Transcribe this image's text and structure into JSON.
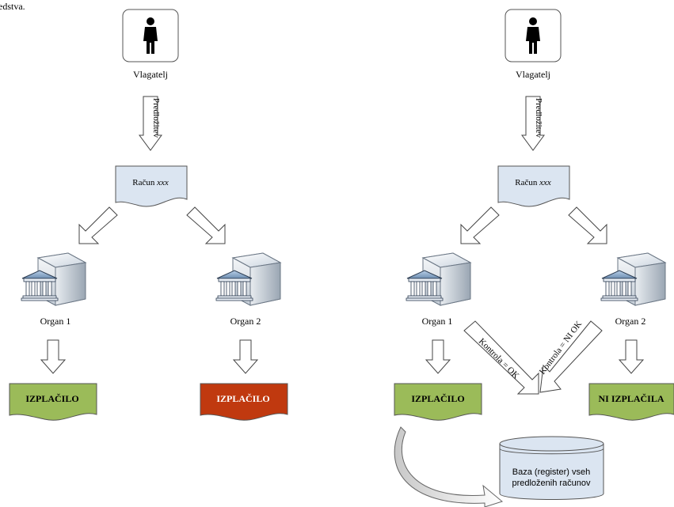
{
  "top_text": "edstva.",
  "left": {
    "person_label": "Vlagatelj",
    "submit_label": "Predložitev",
    "account_prefix": "Račun",
    "account_code": "xxx",
    "organ1_label": "Organ 1",
    "organ2_label": "Organ 2",
    "out1_label": "IZPLAČILO",
    "out2_label": "IZPLAČILO"
  },
  "right": {
    "person_label": "Vlagatelj",
    "submit_label": "Predložitev",
    "account_prefix": "Račun",
    "account_code": "xxx",
    "organ1_label": "Organ 1",
    "organ2_label": "Organ 2",
    "out1_label": "IZPLAČILO",
    "out2_label": "NI IZPLAČILA",
    "check_ok_label": "Kontrola = OK",
    "check_notok_label": "Kontrola = NI OK",
    "db_line1": "Baza (register) vseh",
    "db_line2": "predloženih računov"
  },
  "colors": {
    "green_doc": "#9bbb59",
    "red_doc": "#c0390f",
    "blue_doc": "#dbe5f1",
    "db_fill": "#dbe5f1"
  }
}
